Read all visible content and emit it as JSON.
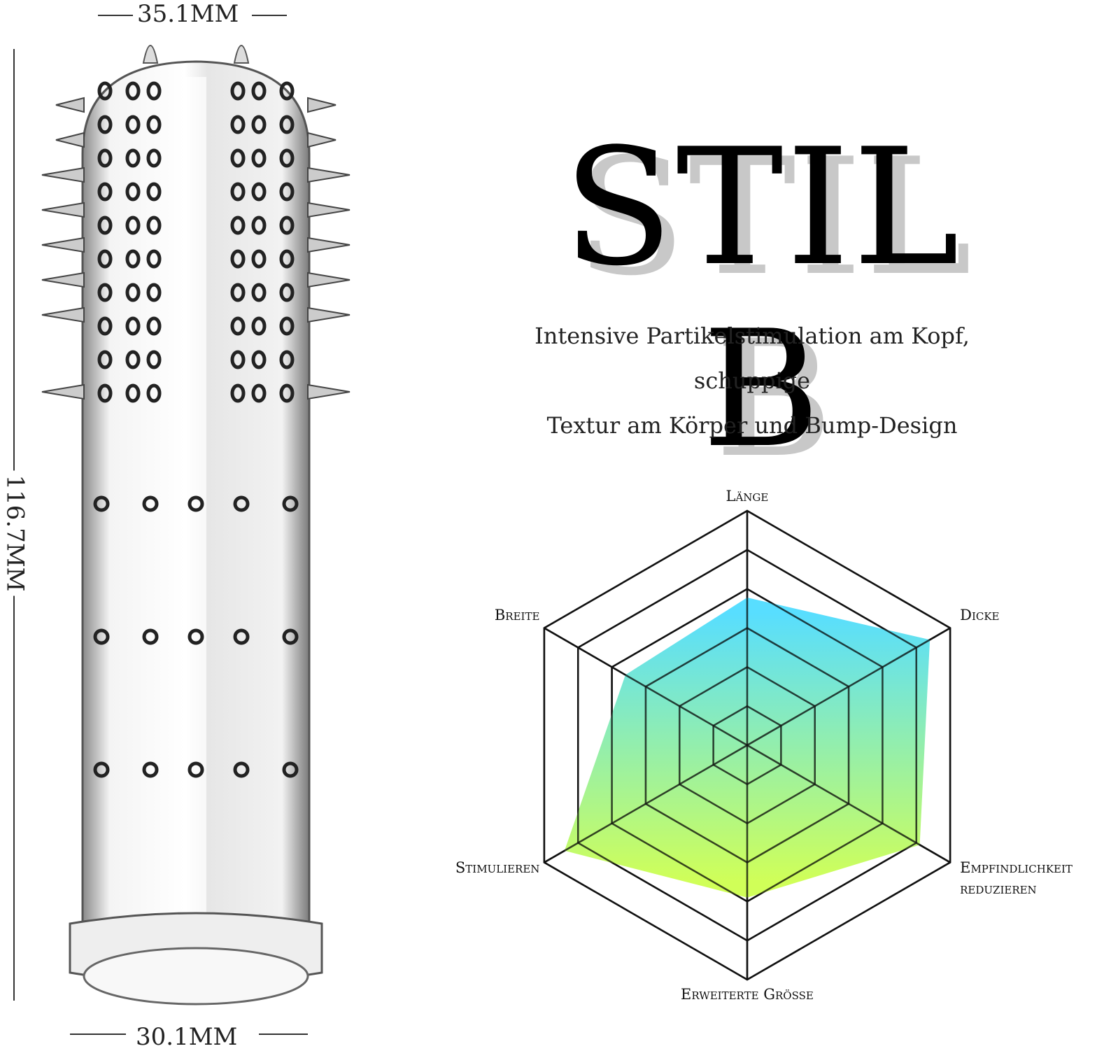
{
  "dimensions": {
    "top_width": "35.1MM",
    "bottom_width": "30.1MM",
    "length": "116.7MM"
  },
  "title": "STIL B",
  "subtitle": {
    "line1": "Intensive Partikelstimulation am Kopf, schuppige",
    "line2": "Textur am Körper und Bump-Design"
  },
  "colors": {
    "fill_top": "#3ad8ff",
    "fill_bottom": "#c8ff3a",
    "grid": "#111111"
  },
  "chart_data": {
    "type": "radar",
    "title": "",
    "axes": [
      {
        "label": "Länge",
        "value": 0.63
      },
      {
        "label": "Dicke",
        "value": 0.9
      },
      {
        "label": "Empfindlichkeit",
        "label2": "reduzieren",
        "value": 0.85
      },
      {
        "label": "Erweiterte Größe",
        "value": 0.65
      },
      {
        "label": "Stimulieren",
        "value": 0.9
      },
      {
        "label": "Breite",
        "value": 0.6
      }
    ],
    "levels": 6,
    "range": [
      0,
      1
    ],
    "grid": true,
    "legend": "none"
  }
}
